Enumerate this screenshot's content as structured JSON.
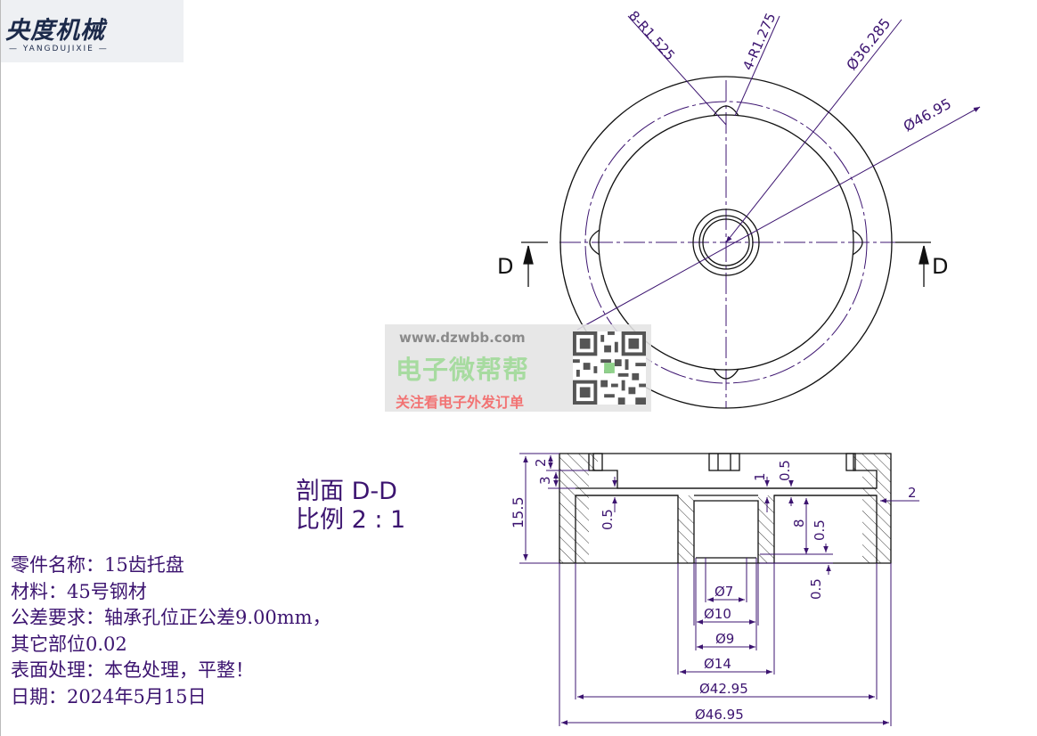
{
  "logo": {
    "brand": "央度机械",
    "subtitle": "— YANGDUJIXIE —"
  },
  "top_view": {
    "dimensions": {
      "hole_8": "8-R1.525",
      "hole_4": "4-R1.275",
      "dia_inner": "Ø36.285",
      "dia_outer": "Ø46.95"
    },
    "section_marker": "D"
  },
  "section_view": {
    "title": "剖面 D-D",
    "scale": "比例 2 : 1",
    "dimensions": {
      "d2": "2",
      "d3": "3",
      "d15_5": "15.5",
      "d0_5_left": "0.5",
      "d1": "1",
      "d0_5_top": "0.5",
      "d2_right": "2",
      "d8": "8",
      "d0_5_r1": "0.5",
      "d0_5_r2": "0.5",
      "dia7": "Ø7",
      "dia10": "Ø10",
      "dia9": "Ø9",
      "dia14": "Ø14",
      "dia42_95": "Ø42.95",
      "dia46_95": "Ø46.95"
    }
  },
  "notes": {
    "part_name": "零件名称：15齿托盘",
    "material": "材料：45号钢材",
    "tolerance_1": "公差要求：轴承孔位正公差9.00mm，",
    "tolerance_2": "其它部位0.02",
    "surface": "表面处理：本色处理，平整！",
    "date": "日期：2024年5月15日"
  },
  "watermark": {
    "url": "www.dzwbb.com",
    "name": "电子微帮帮",
    "slogan": "关注看电子外发订单"
  },
  "colors": {
    "dimension": "#3c1470",
    "outline": "#111111",
    "watermark_green": "#a7dba0",
    "watermark_red": "#f27373"
  }
}
